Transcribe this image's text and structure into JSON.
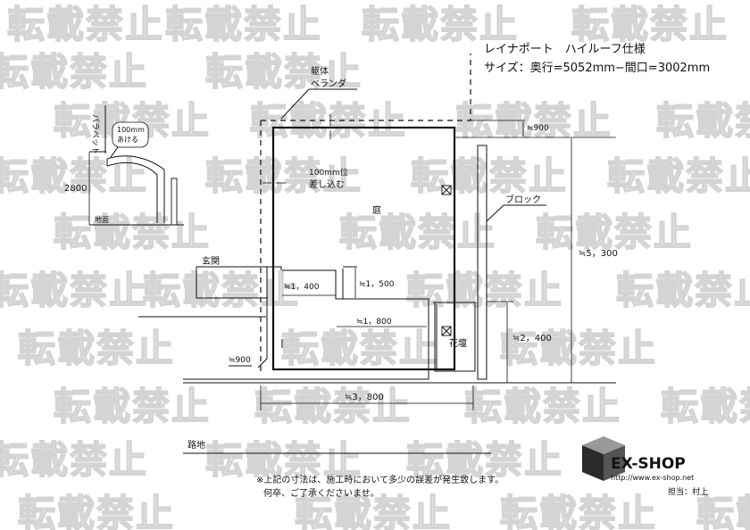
{
  "watermark": {
    "text": "転載禁止"
  },
  "title": {
    "line1": "レイナポート　ハイルーフ仕様",
    "line2": "サイズ：奥行=5052mm−間口=3002mm"
  },
  "labels": {
    "kutai": "躯体",
    "veranda": "ベランダ",
    "parapet": "パラペット",
    "gap_note_1": "100mm",
    "gap_note_2": "あける",
    "height_2800": "2800",
    "ground": "地面",
    "insert_1": "100mm位",
    "insert_2": "差し込む",
    "garden": "庭",
    "block": "ブロック",
    "entrance": "玄関",
    "flowerbed": "花壇",
    "road": "路地"
  },
  "dimensions": {
    "d900_top": "≒900",
    "d5300": "≒5，300",
    "d1500": "≒1，500",
    "d1400": "≒1，400",
    "d1800": "≒1，800",
    "d2400": "≒2，400",
    "d900_left": "≒900",
    "d3800": "≒3，800"
  },
  "note": {
    "line1": "※上記の寸法は、施工時において多少の誤差が発生致します。",
    "line2": "何卒、ご了承くださいませ。"
  },
  "logo": {
    "name": "EX-SHOP",
    "url": "http://www.ex-shop.net",
    "staff": "担当：村上"
  }
}
